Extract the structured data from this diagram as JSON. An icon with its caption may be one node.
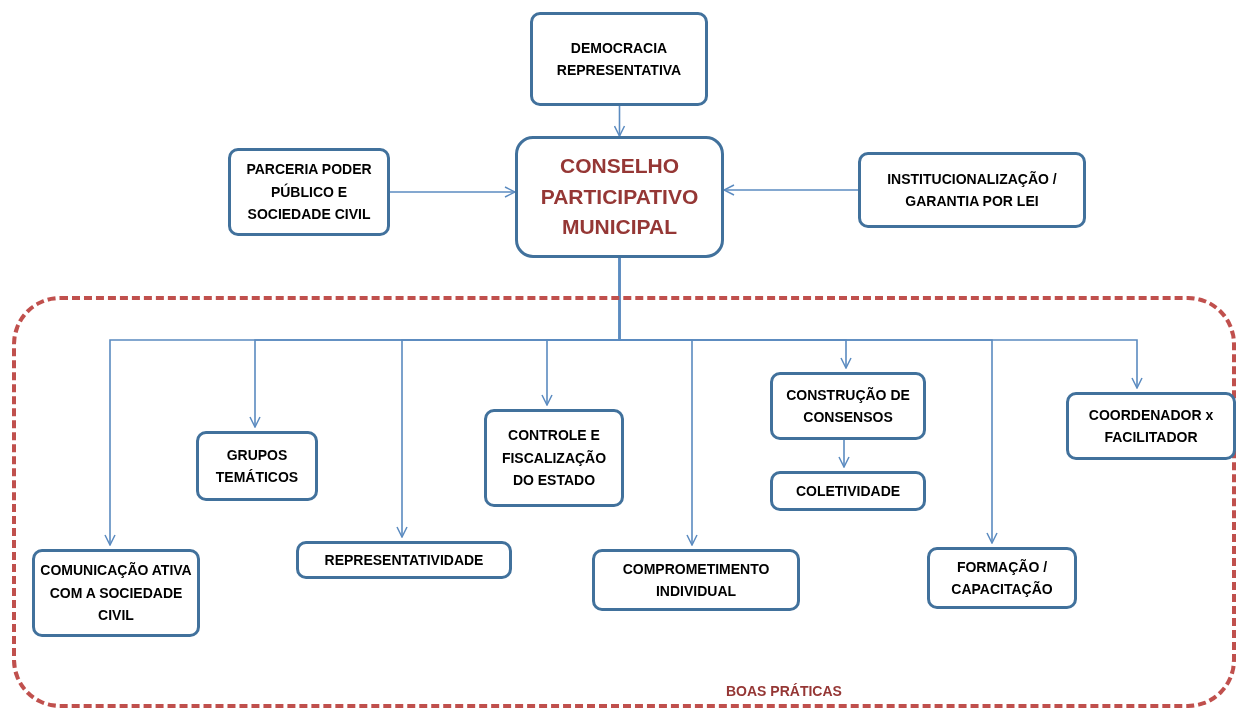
{
  "diagram": {
    "nodes": [
      {
        "text": [
          "DEMOCRACIA REPRESENTATIVA"
        ]
      },
      {
        "text": [
          "PARCERIA PODER PÚBLICO E SOCIEDADE CIVIL"
        ]
      },
      {
        "text": [
          "CONSELHO PARTICIPATIVO MUNICIPAL"
        ]
      },
      {
        "text": [
          "INSTITUCIONALIZAÇÃO / GARANTIA POR LEI"
        ]
      },
      {
        "text": [
          "BOAS PRÁTICAS"
        ]
      },
      {
        "text": [
          "COMUNICAÇÃO ATIVA COM A SOCIEDADE CIVIL"
        ],
        "in": 4
      },
      {
        "text": [
          "GRUPOS TEMÁTICOS"
        ],
        "in": 4
      },
      {
        "text": [
          "REPRESENTATIVIDADE"
        ],
        "in": 4
      },
      {
        "text": [
          "CONTROLE E FISCALIZAÇÃO DO ESTADO"
        ],
        "in": 4
      },
      {
        "text": [
          "COMPROMETIMENTO INDIVIDUAL"
        ],
        "in": 4
      },
      {
        "text": [
          "CONSTRUÇÃO DE CONSENSOS"
        ],
        "in": 4
      },
      {
        "text": [
          "COLETIVIDADE"
        ],
        "in": 4
      },
      {
        "text": [
          "FORMAÇÃO / CAPACITAÇÃO"
        ],
        "in": 4
      },
      {
        "text": [
          "COORDENADOR x FACILITADOR"
        ],
        "in": 4
      }
    ],
    "edges": [
      {
        "from": 0,
        "to": 2,
        "arrow": "to"
      },
      {
        "from": 1,
        "to": 2,
        "arrow": "to"
      },
      {
        "from": 3,
        "to": 2,
        "arrow": "to"
      },
      {
        "from": 2,
        "to": 5,
        "arrow": "to"
      },
      {
        "from": 2,
        "to": 6,
        "arrow": "to"
      },
      {
        "from": 2,
        "to": 7,
        "arrow": "to"
      },
      {
        "from": 2,
        "to": 8,
        "arrow": "to"
      },
      {
        "from": 2,
        "to": 9,
        "arrow": "to"
      },
      {
        "from": 2,
        "to": 10,
        "arrow": "to"
      },
      {
        "from": 2,
        "to": 12,
        "arrow": "to"
      },
      {
        "from": 2,
        "to": 13,
        "arrow": "to"
      },
      {
        "from": 10,
        "to": 11,
        "arrow": "to"
      }
    ]
  }
}
